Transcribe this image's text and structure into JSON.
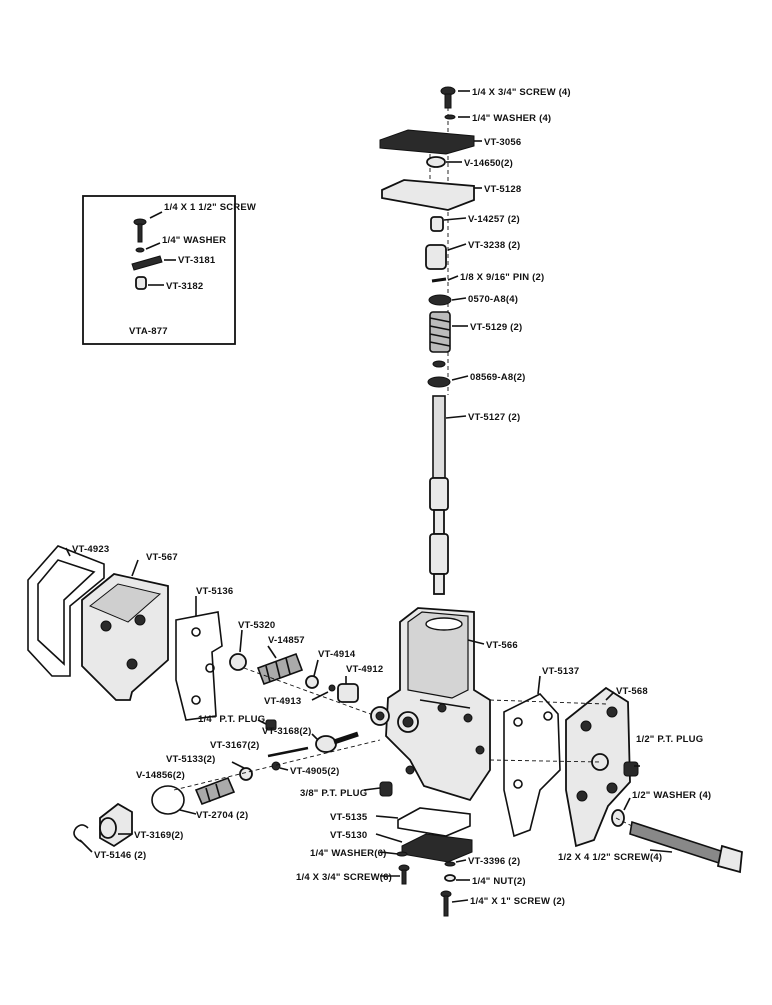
{
  "inset": {
    "title": "VTA-877",
    "labels": [
      "1/4 X 1 1/2\" SCREW",
      "1/4\" WASHER",
      "VT-3181",
      "VT-3182"
    ]
  },
  "labels": {
    "screw_top": "1/4 X 3/4\" SCREW (4)",
    "washer_top": "1/4\" WASHER (4)",
    "vt3056": "VT-3056",
    "v14650": "V-14650(2)",
    "vt5128": "VT-5128",
    "v14257": "V-14257 (2)",
    "vt3238": "VT-3238 (2)",
    "pin": "1/8 X 9/16\" PIN (2)",
    "o570": "0570-A8(4)",
    "vt5129": "VT-5129 (2)",
    "o8569": "08569-A8(2)",
    "vt5127": "VT-5127 (2)",
    "vt4923": "VT-4923",
    "vt567": "VT-567",
    "vt5136": "VT-5136",
    "vt5320": "VT-5320",
    "v14857": "V-14857",
    "vt4914": "VT-4914",
    "vt4912": "VT-4912",
    "vt4913": "VT-4913",
    "vt566": "VT-566",
    "vt5137": "VT-5137",
    "vt568": "VT-568",
    "pt_plug_left": "1/4\" P.T. PLUG",
    "vt3168": "VT-3168(2)",
    "vt3167": "VT-3167(2)",
    "vt5133": "VT-5133(2)",
    "v14856": "V-14856(2)",
    "vt4905": "VT-4905(2)",
    "pt_plug_right": "1/2\" P.T. PLUG",
    "washer_right": "1/2\" WASHER (4)",
    "vt2704": "VT-2704 (2)",
    "pt_plug_mid": "3/8\" P.T. PLUG",
    "vt5135": "VT-5135",
    "vt3169": "VT-3169(2)",
    "vt5130": "VT-5130",
    "washer6": "1/4\" WASHER(6)",
    "vt3396": "VT-3396 (2)",
    "screw_right": "1/2 X 4 1/2\" SCREW(4)",
    "vt5146": "VT-5146 (2)",
    "screw6": "1/4 X 3/4\" SCREW(6)",
    "nut": "1/4\" NUT(2)",
    "screw_bottom": "1/4\" X 1\" SCREW (2)"
  }
}
